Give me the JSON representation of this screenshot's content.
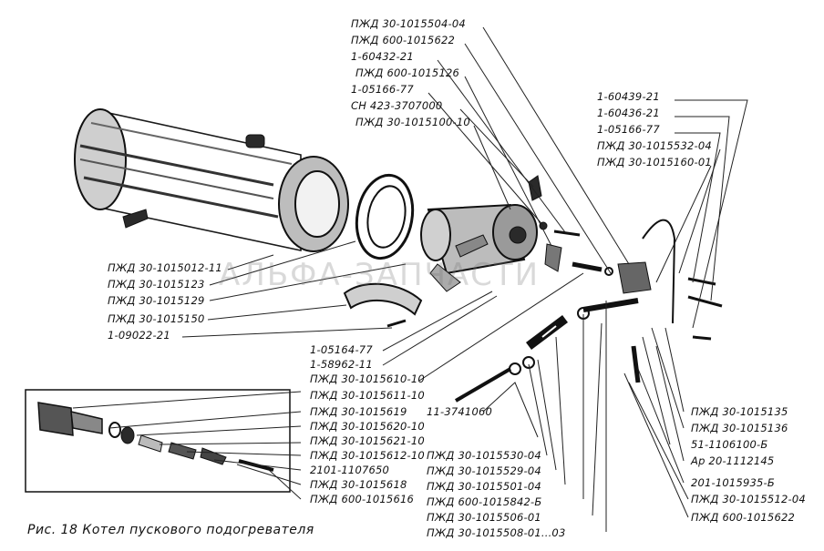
{
  "caption": "Рис. 18 Котел пускового подогревателя",
  "watermark": "АЛЬФА-ЗАПЧАСТИ",
  "labels": {
    "top": [
      "ПЖД 30-1015504-04",
      "ПЖД 600-1015622",
      "1-60432-21",
      "ПЖД 600-1015126",
      "1-05166-77",
      "СН 423-3707000",
      "ПЖД 30-1015100-10"
    ],
    "right_top": [
      "1-60439-21",
      "1-60436-21",
      "1-05166-77",
      "ПЖД 30-1015532-04",
      "ПЖД 30-1015160-01"
    ],
    "left": [
      "ПЖД 30-1015012-11",
      "ПЖД 30-1015123",
      "ПЖД 30-1015129",
      "ПЖД 30-1015150",
      "1-09022-21"
    ],
    "middle": [
      "1-05164-77",
      "1-58962-11",
      "ПЖД 30-1015610-10",
      "ПЖД 30-1015611-10",
      "ПЖД 30-1015619",
      "ПЖД 30-1015620-10",
      "ПЖД 30-1015621-10",
      "ПЖД 30-1015612-10",
      "2101-1107650",
      "ПЖД 30-1015618",
      "ПЖД 600-1015616"
    ],
    "bottom_center": [
      "11-3741060",
      "ПЖД 30-1015530-04",
      "ПЖД 30-1015529-04",
      "ПЖД 30-1015501-04",
      "ПЖД 600-1015842-Б",
      "ПЖД 30-1015506-01",
      "ПЖД 30-1015508-01...03"
    ],
    "bottom_right": [
      "ПЖД 30-1015135",
      "ПЖД 30-1015136",
      "51-1106100-Б",
      "Ар 20-1112145",
      "201-1015935-Б",
      "ПЖД 30-1015512-04",
      "ПЖД 600-1015622"
    ]
  }
}
